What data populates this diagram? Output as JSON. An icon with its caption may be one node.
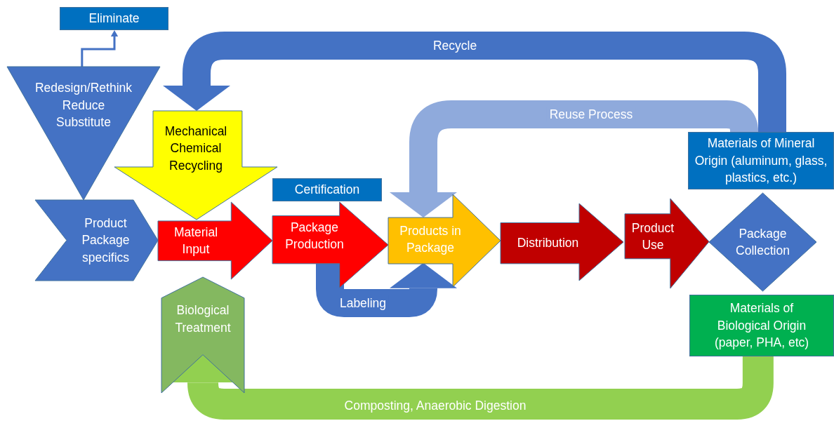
{
  "diagram": {
    "nodes": [
      {
        "text": [
          "Eliminate"
        ]
      },
      {
        "text": [
          "Redesign/Rethink",
          "Reduce",
          "Substitute"
        ]
      },
      {
        "text": [
          "Mechanical Chemical Recycling"
        ]
      },
      {
        "text": [
          "Product Package specifics"
        ]
      },
      {
        "text": [
          "Material Input"
        ]
      },
      {
        "text": [
          "Certification"
        ]
      },
      {
        "text": [
          "Package Production"
        ]
      },
      {
        "text": [
          "Products in Package"
        ]
      },
      {
        "text": [
          "Distribution"
        ]
      },
      {
        "text": [
          "Product Use"
        ]
      },
      {
        "text": [
          "Materials of Mineral Origin (aluminum, glass, plastics, etc.)"
        ]
      },
      {
        "text": [
          "Package Collection"
        ]
      },
      {
        "text": [
          "Materials of Biological Origin (paper, PHA, etc)"
        ]
      },
      {
        "text": [
          "Biological Treatment"
        ]
      }
    ],
    "edges": [
      {
        "from": 1,
        "to": 0,
        "arrow": "to"
      },
      {
        "from": 10,
        "to": 2,
        "arrow": "to",
        "label": "Recycle"
      },
      {
        "from": 10,
        "to": 7,
        "arrow": "to",
        "label": "Reuse Process",
        "color": "#8faadc"
      },
      {
        "from": 6,
        "to": 7,
        "arrow": "to",
        "label": "Labeling"
      },
      {
        "from": 12,
        "to": 13,
        "arrow": "to",
        "label": "Composting, Anaerobic Digestion",
        "color": "#92d050"
      }
    ]
  }
}
